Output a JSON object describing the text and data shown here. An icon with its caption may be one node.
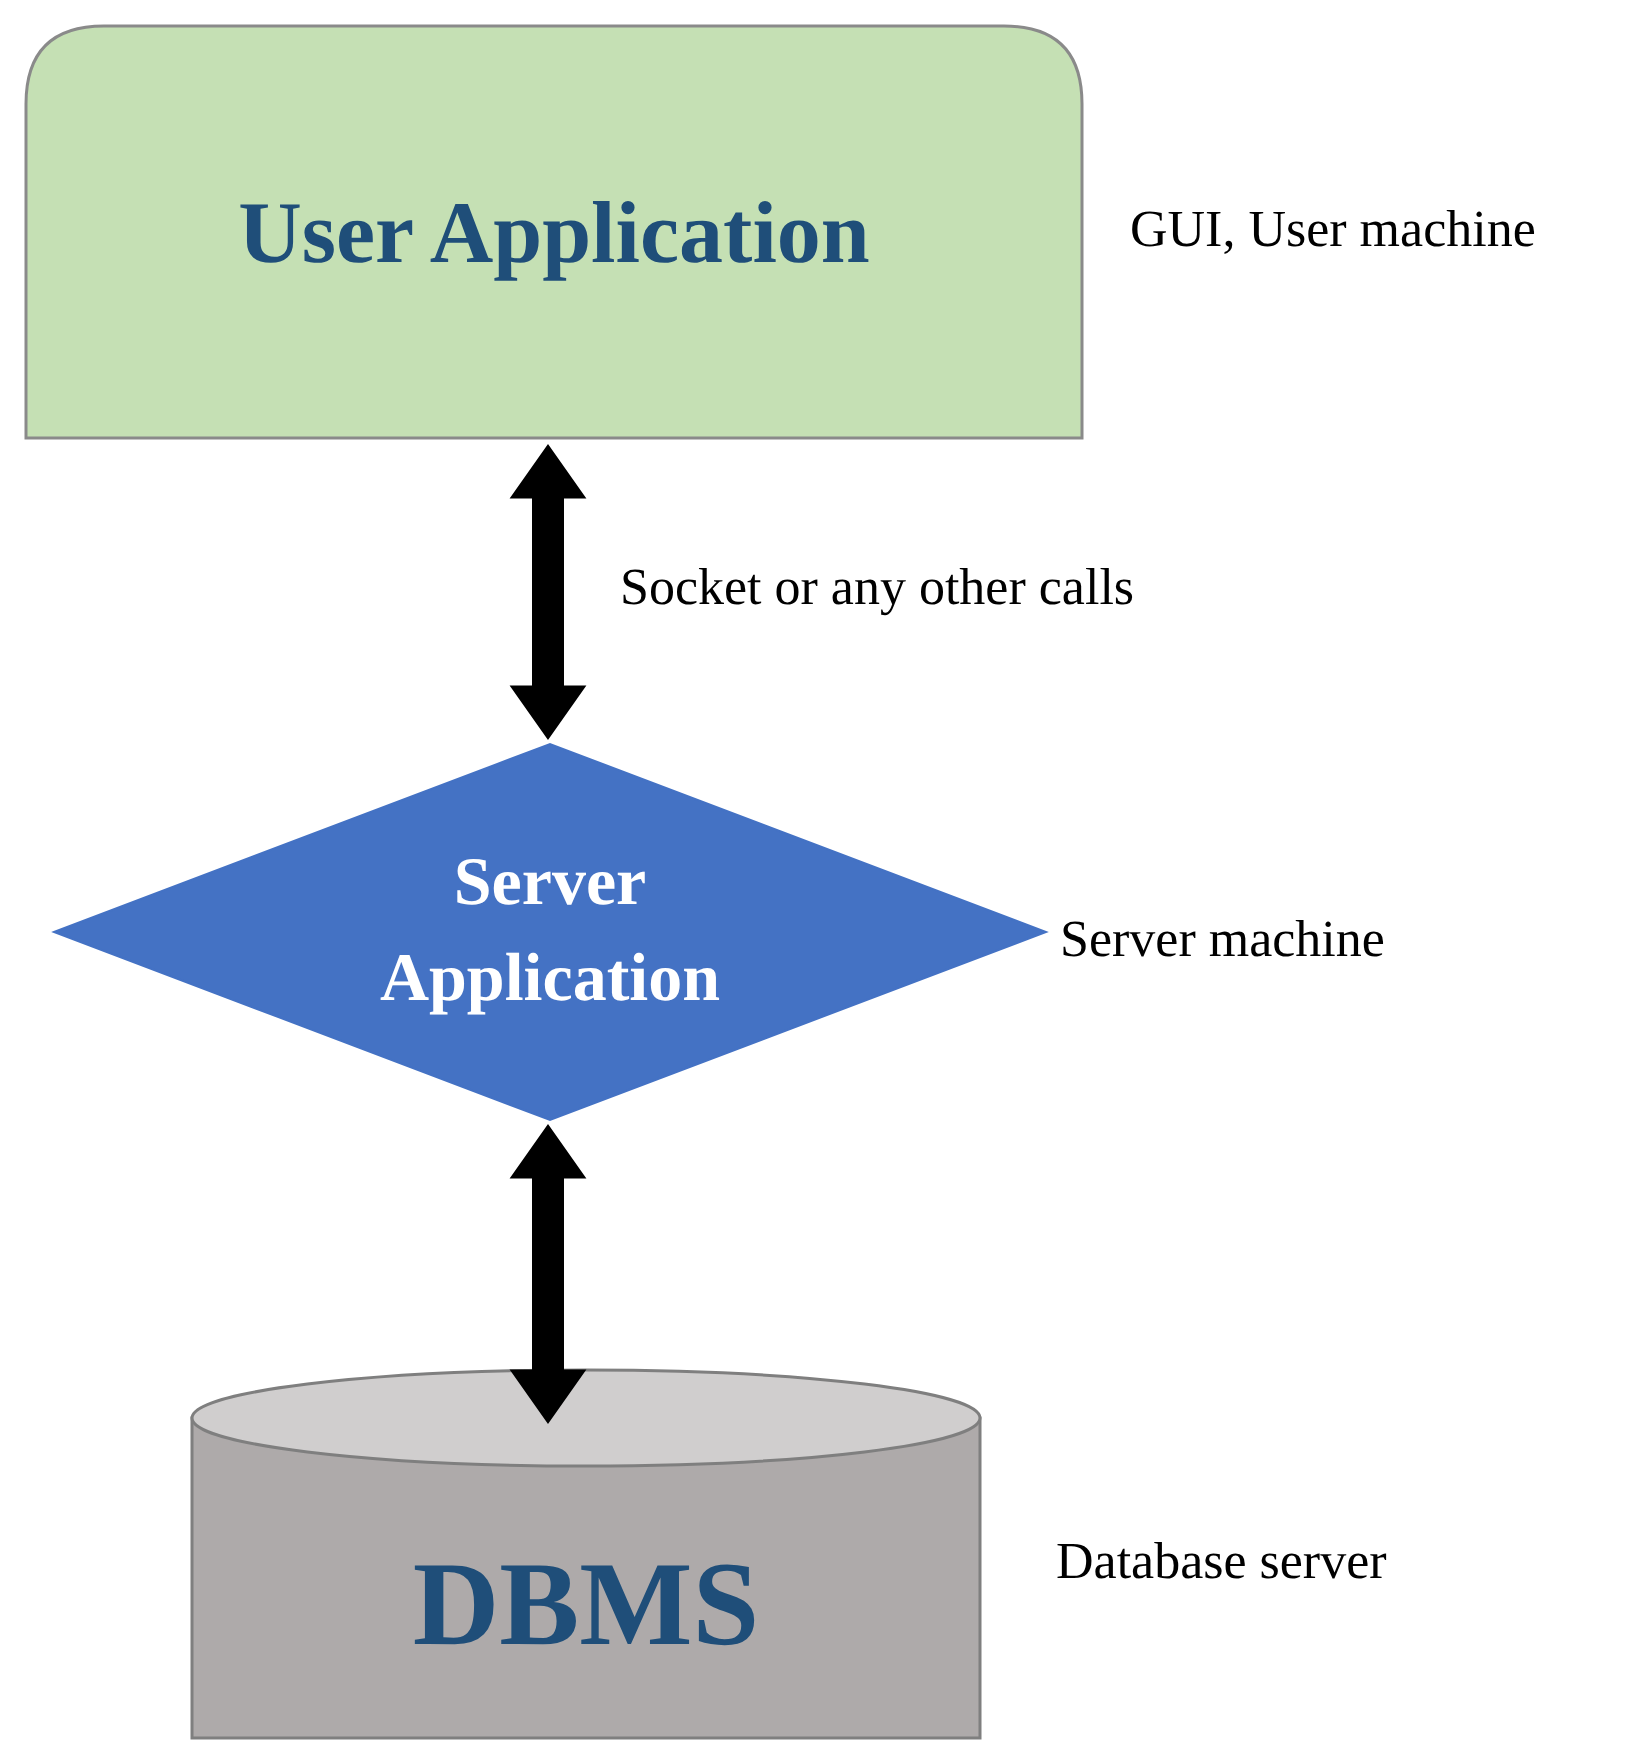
{
  "diagram": {
    "nodes": [
      {
        "text": [
          "User Application"
        ],
        "beside": [
          "GUI, User machine"
        ]
      },
      {
        "text": [
          "Server Application"
        ],
        "beside": [
          "Server machine"
        ]
      },
      {
        "text": [
          "DBMS"
        ],
        "beside": [
          "Database server"
        ]
      }
    ],
    "edges": [
      {
        "from": 0,
        "to": 1,
        "arrow": "both",
        "style": "thick",
        "label": "Socket or any other calls"
      },
      {
        "from": 1,
        "to": 2,
        "arrow": "both",
        "style": "thick"
      }
    ]
  }
}
